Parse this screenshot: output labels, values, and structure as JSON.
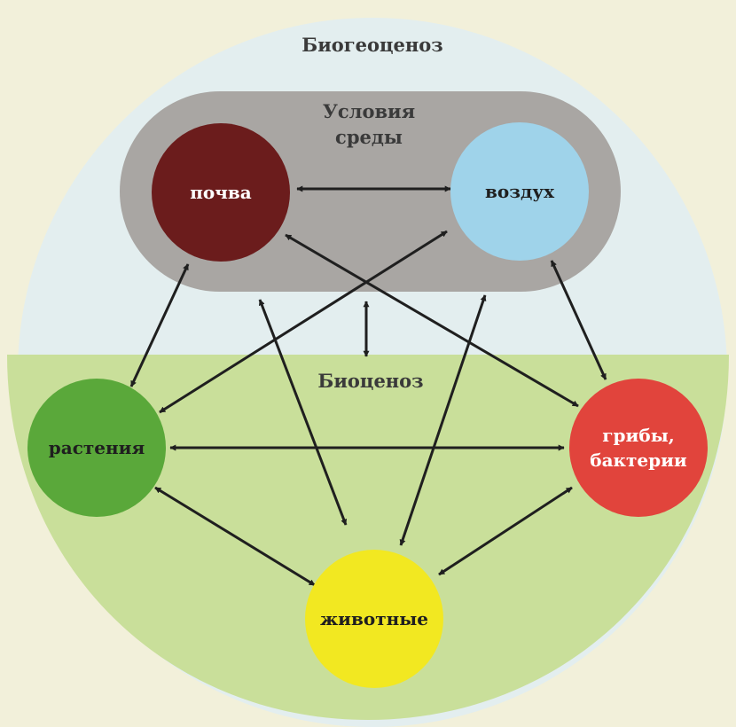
{
  "title": "Биогеоценоз",
  "environment": {
    "label_line1": "Условия",
    "label_line2": "среды",
    "color": "#a9a6a3"
  },
  "biocenosis": {
    "label": "Биоценоз",
    "color": "#c9df9a"
  },
  "background": {
    "outer_color": "#f2f0da",
    "halo_color": "#e3eeef"
  },
  "nodes": {
    "soil": {
      "label": "почва",
      "color": "#6b1c1c"
    },
    "air": {
      "label": "воздух",
      "color": "#9fd3ea"
    },
    "plants": {
      "label": "растения",
      "color": "#5aa83a"
    },
    "fungi": {
      "label_line1": "грибы,",
      "label_line2": "бактерии",
      "color": "#e1443c"
    },
    "animals": {
      "label": "животные",
      "color": "#f2e821"
    }
  },
  "connections": [
    [
      "soil",
      "air"
    ],
    [
      "soil",
      "plants"
    ],
    [
      "soil",
      "fungi"
    ],
    [
      "soil",
      "animals"
    ],
    [
      "air",
      "plants"
    ],
    [
      "air",
      "fungi"
    ],
    [
      "air",
      "animals"
    ],
    [
      "plants",
      "fungi"
    ],
    [
      "plants",
      "animals"
    ],
    [
      "animals",
      "fungi"
    ],
    [
      "environment",
      "biocenosis"
    ]
  ]
}
